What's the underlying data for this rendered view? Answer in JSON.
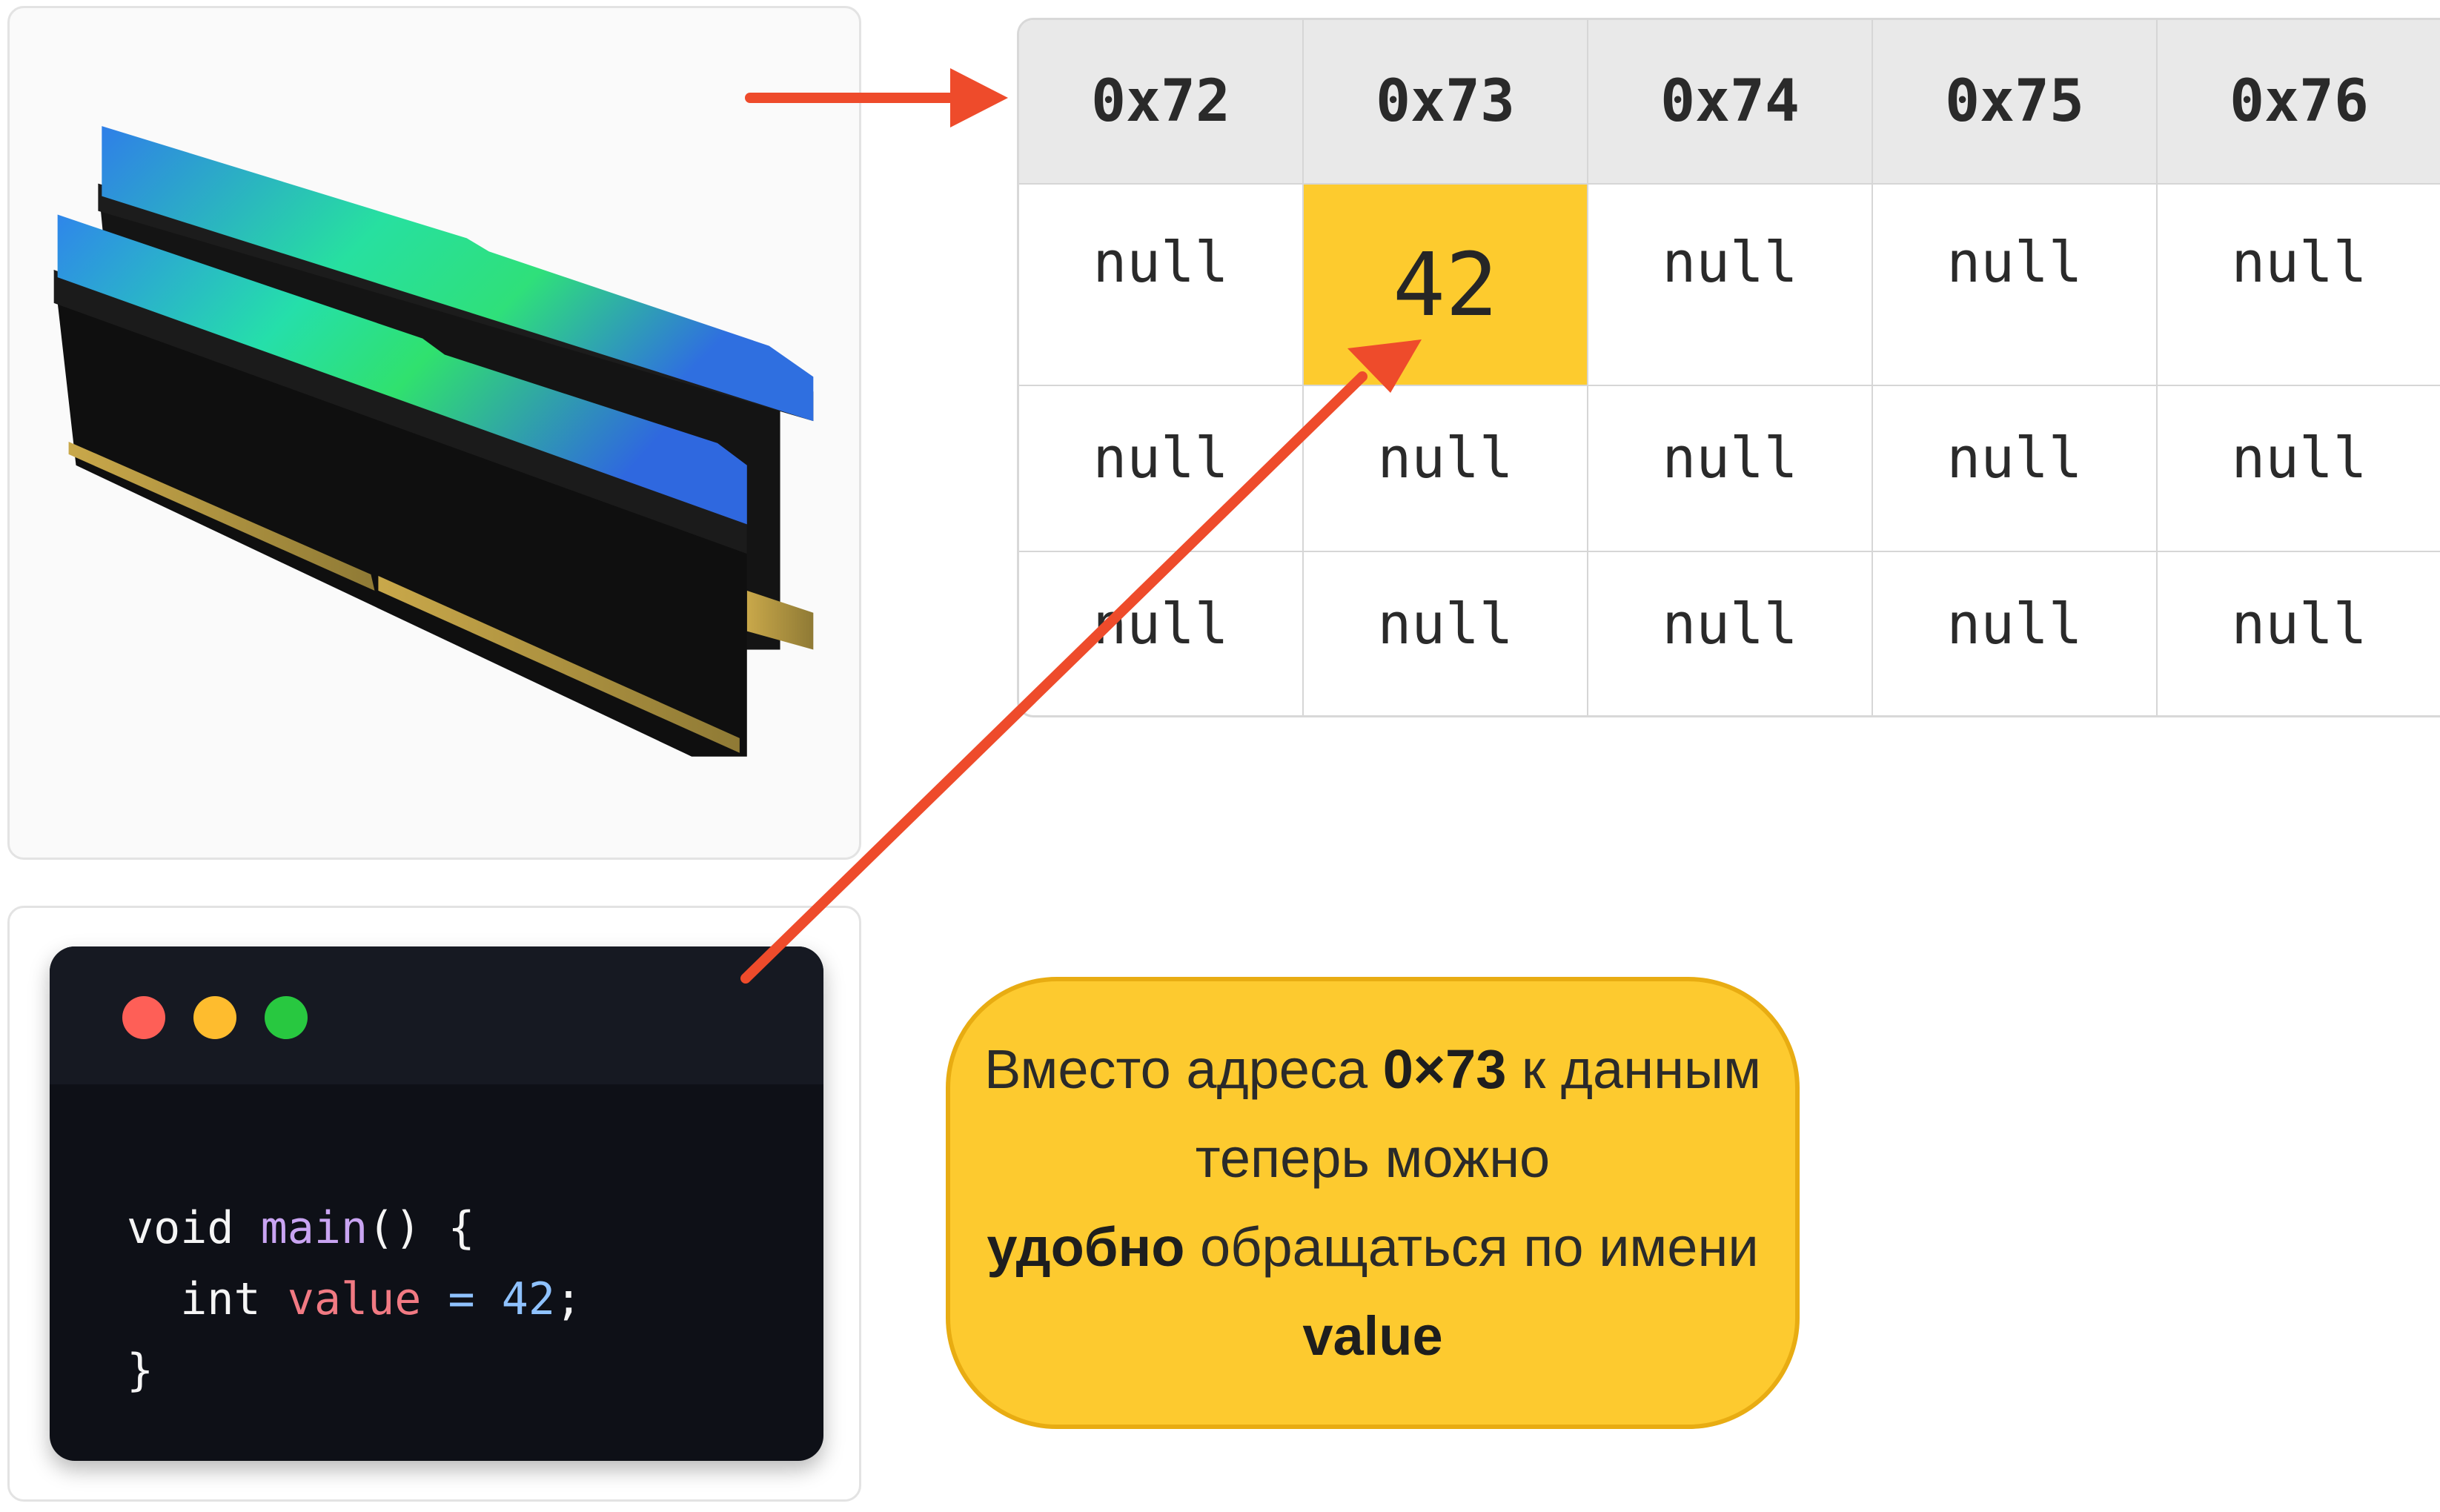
{
  "memory_table": {
    "headers": [
      "0x72",
      "0x73",
      "0x74",
      "0x75",
      "0x76"
    ],
    "rows": [
      [
        "null",
        "42",
        "null",
        "null",
        "null"
      ],
      [
        "null",
        "null",
        "null",
        "null",
        "null"
      ],
      [
        "null",
        "null",
        "null",
        "null",
        "null"
      ]
    ],
    "highlighted_cell": {
      "row": 0,
      "col": 1
    },
    "highlight_color": "#fdcb2e"
  },
  "code": {
    "line1": {
      "kw": "void",
      "fn": "main",
      "rest": "() {"
    },
    "line2": {
      "type": "int",
      "var": "value",
      "op": "=",
      "num": "42",
      "end": ";"
    },
    "line3": "}"
  },
  "callout": {
    "part1": "Вместо адреса ",
    "bold1": "0×73",
    "part2": " к данным теперь можно ",
    "bold2": "удобно",
    "part3": " обращаться  по имени ",
    "bold3": "value"
  },
  "colors": {
    "arrow": "#ee4b2b",
    "callout_fill": "#fdca2f",
    "code_bg": "#0e1017"
  },
  "icons": {
    "ram": "ram-module-icon",
    "window_buttons": [
      "close-dot-icon",
      "minimize-dot-icon",
      "maximize-dot-icon"
    ]
  }
}
